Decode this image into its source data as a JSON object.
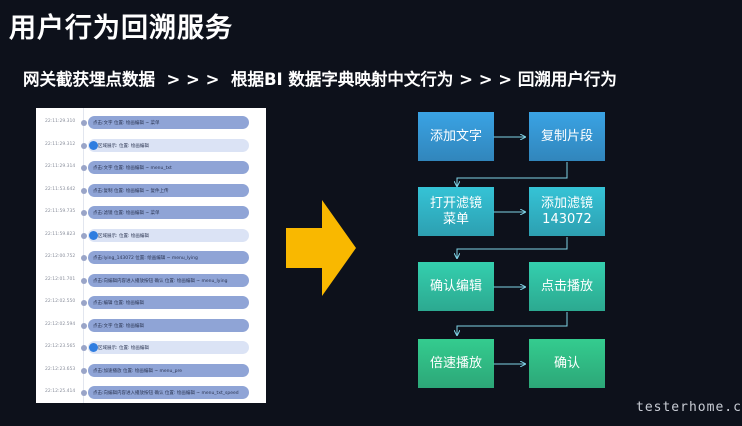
{
  "title": "用户行为回溯服务",
  "subtitle": {
    "part1": "网关截获埋点数据",
    "sep1": "  > > >  ",
    "part2": "根据BI 数据字典映射中文行为",
    "sep2": " > > > ",
    "part3": "回溯用户行为"
  },
  "log": {
    "rows": [
      {
        "time": "22:11:29.310",
        "text": "点击:文字   位置: 绘画编辑 ~ 菜单",
        "style": "dark"
      },
      {
        "time": "22:11:29.312",
        "text": "区域展示: 位置: 绘画编辑",
        "style": "light"
      },
      {
        "time": "22:11:29.314",
        "text": "点击:文字   位置: 绘画编辑 ~ menu_txt",
        "style": "dark"
      },
      {
        "time": "22:11:53.642",
        "text": "点击:复制   位置: 绘画编辑 ~ 复件上传",
        "style": "dark"
      },
      {
        "time": "22:11:59.735",
        "text": "点击:滤镜   位置: 绘画编辑 ~ 菜单",
        "style": "dark"
      },
      {
        "time": "22:11:59.823",
        "text": "区域展示: 位置: 绘画编辑",
        "style": "light"
      },
      {
        "time": "22:12:00.752",
        "text": "点击:lying_143072   位置: 绘画编辑 ~ menu_lying",
        "style": "dark"
      },
      {
        "time": "22:12:01.701",
        "text": "点击:向编辑内容进入播放按钮 确认   位置: 绘画编辑 ~ menu_lying",
        "style": "dark"
      },
      {
        "time": "22:12:02.550",
        "text": "点击:编辑   位置: 绘画编辑",
        "style": "dark"
      },
      {
        "time": "22:12:02.594",
        "text": "点击:文字   位置: 绘画编辑",
        "style": "dark"
      },
      {
        "time": "22:12:23.565",
        "text": "区域展示: 位置: 绘画编辑",
        "style": "light"
      },
      {
        "time": "22:12:23.653",
        "text": "点击:加速播放   位置: 绘画编辑 ~ menu_pre",
        "style": "dark"
      },
      {
        "time": "22:12:25.414",
        "text": "点击:向编辑内容进入播放按钮 确认   位置: 绘画编辑 ~ menu_txt_speed",
        "style": "dark"
      }
    ]
  },
  "flow": {
    "steps": [
      {
        "label": "添加文字",
        "color": "#3aa3e4"
      },
      {
        "label": "复制片段",
        "color": "#3aa3e4"
      },
      {
        "label": "打开滤镜\n菜单",
        "color": "#35c3d6"
      },
      {
        "label": "添加滤镜\n143072",
        "color": "#35c3d6"
      },
      {
        "label": "确认编辑",
        "color": "#34cfae"
      },
      {
        "label": "点击播放",
        "color": "#34cfae"
      },
      {
        "label": "倍速播放",
        "color": "#34cc8f"
      },
      {
        "label": "确认",
        "color": "#34cc8f"
      }
    ]
  },
  "watermark": "testerhome.com",
  "colors": {
    "background": "#0d111b",
    "arrow": "#f9b800",
    "connector": "#7fd3e6"
  }
}
